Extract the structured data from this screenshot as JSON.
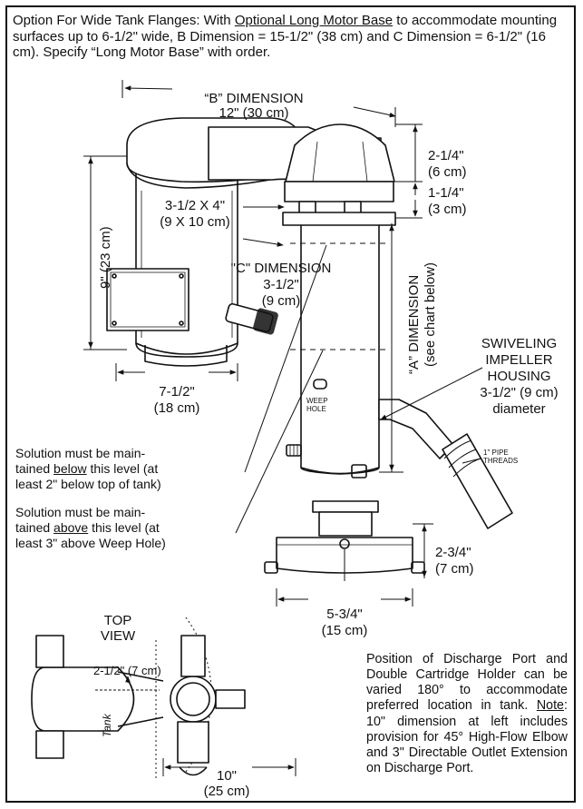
{
  "header": {
    "pre": "Option For Wide Tank Flanges: With ",
    "link": "Optional Long Motor Base",
    "post": " to accommodate mounting surfaces up to 6-1/2\" wide, B Dimension = 15-1/2\" (38 cm) and C Dimension = 6-1/2\" (16 cm). Specify “Long Motor Base” with order."
  },
  "dimensions": {
    "b_title": "“B” DIMENSION",
    "b_value": "12\" (30 cm)",
    "d1_in": "2-1/4\"",
    "d1_cm": "(6 cm)",
    "d2_in": "1-1/4\"",
    "d2_cm": "(3 cm)",
    "motor_height": "9\" (23 cm)",
    "clamp_in": "3-1/2 X 4\"",
    "clamp_cm": "(9 X 10  cm)",
    "c_title": "\"C\" DIMENSION",
    "c_in": "3-1/2\"",
    "c_cm": "(9 cm)",
    "motor_width_in": "7-1/2\"",
    "motor_width_cm": "(18 cm)",
    "a_title": "“A” DIMENSION",
    "a_sub": "(see chart below)",
    "base_h_in": "2-3/4\"",
    "base_h_cm": "(7 cm)",
    "base_w_in": "5-3/4\"",
    "base_w_cm": "(15 cm)",
    "top_width": "2-1/2\" (7 cm)",
    "top_length_in": "10\"",
    "top_length_cm": "(25 cm)"
  },
  "labels": {
    "swivel_1": "SWIVELING",
    "swivel_2": "IMPELLER",
    "swivel_3": "HOUSING",
    "swivel_4": "3-1/2\" (9 cm)",
    "swivel_5": "diameter",
    "weep_1": "WEEP",
    "weep_2": "HOLE",
    "pipe_1": "1\" PIPE",
    "pipe_2": "THREADS",
    "top_view_1": "TOP",
    "top_view_2": "VIEW",
    "tank": "Tank"
  },
  "notes": {
    "below_l1": "Solution must be main-",
    "below_l2a": "tained ",
    "below_l2u": "below",
    "below_l2b": " this level (at",
    "below_l3": "least 2\" below top of tank)",
    "above_l1": "Solution must be main-",
    "above_l2a": "tained ",
    "above_l2u": "above",
    "above_l2b": " this level (at",
    "above_l3": "least 3\" above Weep Hole)",
    "position_a": "Position of Discharge Port and Double Cartridge Holder can be varied 180° to accommodate preferred location in tank. ",
    "position_u": "Note",
    "position_b": ": 10\" dimension at left includes provision for 45° High-Flow Elbow and 3\" Directable Outlet Extension on Discharge Port."
  }
}
